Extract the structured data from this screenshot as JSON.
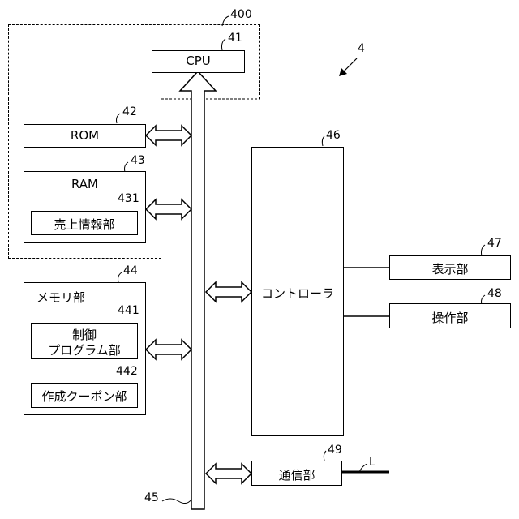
{
  "figure_ref": "4",
  "group_ref": "400",
  "cpu": {
    "label": "CPU",
    "ref": "41"
  },
  "rom": {
    "label": "ROM",
    "ref": "42"
  },
  "ram": {
    "label": "RAM",
    "ref": "43",
    "sub": {
      "label": "売上情報部",
      "ref": "431"
    }
  },
  "memory": {
    "label": "メモリ部",
    "ref": "44",
    "sub1": {
      "line1": "制御",
      "line2": "プログラム部",
      "ref": "441"
    },
    "sub2": {
      "label": "作成クーポン部",
      "ref": "442"
    }
  },
  "bus": {
    "ref": "45"
  },
  "controller": {
    "label": "コントローラ",
    "ref": "46"
  },
  "display": {
    "label": "表示部",
    "ref": "47"
  },
  "operation": {
    "label": "操作部",
    "ref": "48"
  },
  "comm": {
    "label": "通信部",
    "ref": "49"
  },
  "line_label": "L"
}
